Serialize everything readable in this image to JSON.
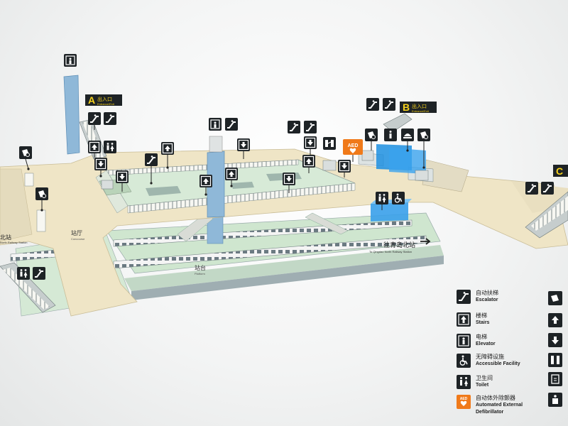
{
  "entrances": {
    "a": {
      "letter": "A",
      "cn": "出入口",
      "en": "Entrance/Exit"
    },
    "b": {
      "letter": "B",
      "cn": "出入口",
      "en": "Entrance/Exit"
    },
    "c": {
      "letter": "C"
    }
  },
  "labels": {
    "concourse_cn": "站厅",
    "concourse_en": "Concourse",
    "platform_cn": "站台",
    "platform_en": "Platform",
    "direction_cn": "往青岛北站",
    "direction_en": "To Qingdao North Railway Station",
    "left_station_cn": "北站",
    "left_station_en": "North Railway Station"
  },
  "aed": {
    "label": "AED"
  },
  "legend": [
    {
      "icon": "escalator-icon",
      "cn": "自动扶梯",
      "en": "Escalator"
    },
    {
      "icon": "stairs-icon",
      "cn": "楼梯",
      "en": "Stairs"
    },
    {
      "icon": "elevator-icon",
      "cn": "电梯",
      "en": "Elevator"
    },
    {
      "icon": "accessible-icon",
      "cn": "无障碍设施",
      "en": "Accessible Facility"
    },
    {
      "icon": "toilet-icon",
      "cn": "卫生间",
      "en": "Toilet"
    },
    {
      "icon": "aed-icon",
      "cn": "自动体外除颤器",
      "en": "Automated External Defibrillator",
      "tag": "AED"
    }
  ],
  "colors": {
    "floor": "#efe5c6",
    "platform_green": "#cfe6cf",
    "glass_blue": "#1d8fe0",
    "icon_bg": "#1e2326",
    "aed": "#f07a1a",
    "sign_yellow": "#f6d21c"
  }
}
